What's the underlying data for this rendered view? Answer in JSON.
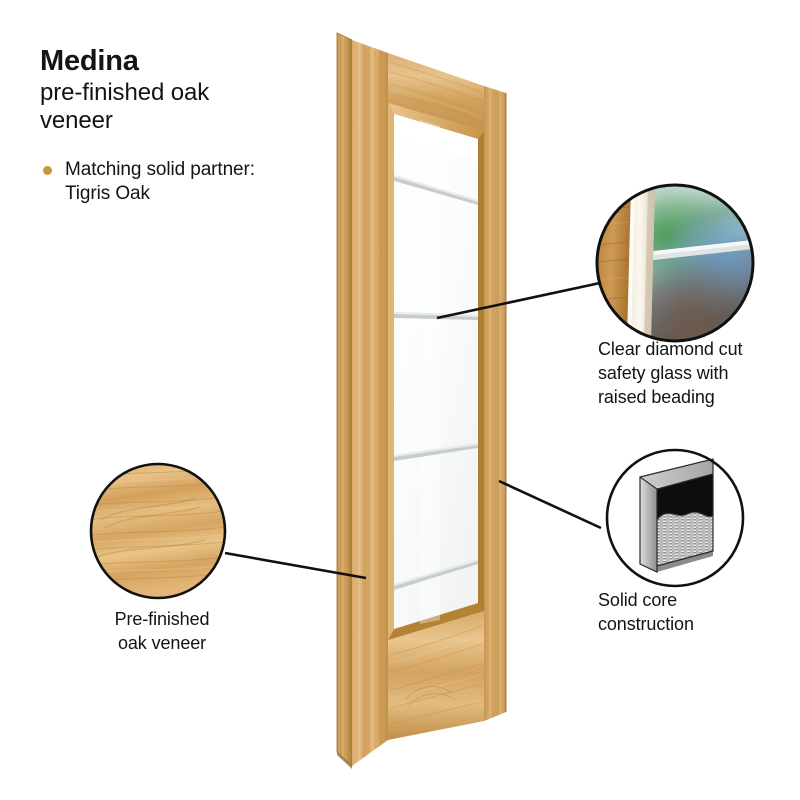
{
  "product": {
    "name": "Medina",
    "subtitle_line1": "pre-finished oak",
    "subtitle_line2": "veneer",
    "bullets": [
      {
        "line1": "Matching solid partner:",
        "line2": "Tigris Oak"
      }
    ]
  },
  "callouts": {
    "veneer": {
      "line1": "Pre-finished",
      "line2": "oak veneer",
      "icon": "oak-veneer-swatch"
    },
    "glass": {
      "line1": "Clear diamond cut",
      "line2": "safety glass with",
      "line3": "raised beading",
      "icon": "glass-beading-photo"
    },
    "core": {
      "line1": "Solid core",
      "line2": "construction",
      "icon": "solid-core-block"
    }
  },
  "colors": {
    "bullet": "#c8963f",
    "oak_light": "#e2b87a",
    "oak_mid": "#cf9b51",
    "oak_dark": "#b07e37",
    "oak_shadow": "#9a6b2c",
    "glass": "#fdfdfd",
    "glazing_bar": "#c9ccce",
    "text": "#141414",
    "leader": "#111111"
  },
  "door": {
    "type": "glazed-panel-door",
    "glazing_bars": 4,
    "panels": [
      "top-rail",
      "glass-panel",
      "bottom-rail"
    ]
  }
}
